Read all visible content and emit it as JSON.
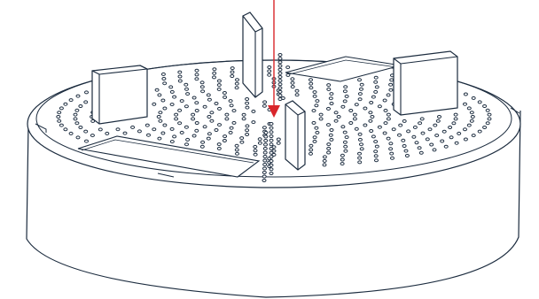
{
  "colors": {
    "background": "#ffffff",
    "outline": "#1b2b3e",
    "hole_fill": "#ffffff",
    "shading": "#e8ecef",
    "arrow": "#d9262b"
  },
  "diagram": {
    "subject": "perforated-disc-with-baffles",
    "hole_count_estimate": 420,
    "baffle_count": 4,
    "slot_count": 2,
    "arrow_indicator": "inflow-arrow"
  }
}
